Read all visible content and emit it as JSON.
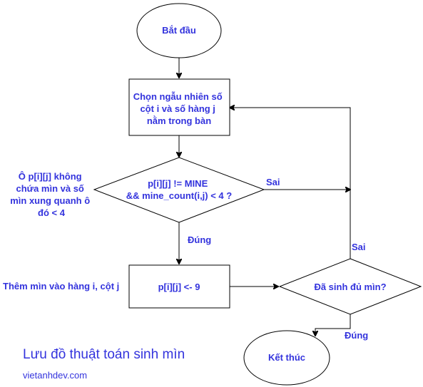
{
  "colors": {
    "text": "#3333dd",
    "stroke": "#000000",
    "fill": "#ffffff"
  },
  "nodes": {
    "start": {
      "lines": [
        "Bắt đầu"
      ]
    },
    "pick": {
      "lines": [
        "Chọn ngẫu nhiên số",
        "cột i và số hàng j",
        "nằm trong bàn"
      ]
    },
    "check": {
      "lines": [
        "p[i][j] != MINE",
        "&& mine_count(i,j) < 4 ?"
      ]
    },
    "place": {
      "lines": [
        "p[i][j] <- 9"
      ]
    },
    "done_check": {
      "lines": [
        "Đã sinh đủ mìn?"
      ]
    },
    "end": {
      "lines": [
        "Kết thúc"
      ]
    }
  },
  "edges": {
    "check_no": "Sai",
    "check_yes": "Đúng",
    "done_no": "Sai",
    "done_yes": "Đúng"
  },
  "notes": {
    "check_note": [
      "Ô p[i][j] không",
      "chứa mìn và số",
      "mìn xung quanh ô",
      "đó < 4"
    ],
    "place_note": [
      "Thêm mìn vào hàng i, cột j"
    ]
  },
  "footer": {
    "title": "Lưu đồ thuật toán sinh mìn",
    "site": "vietanhdev.com"
  }
}
